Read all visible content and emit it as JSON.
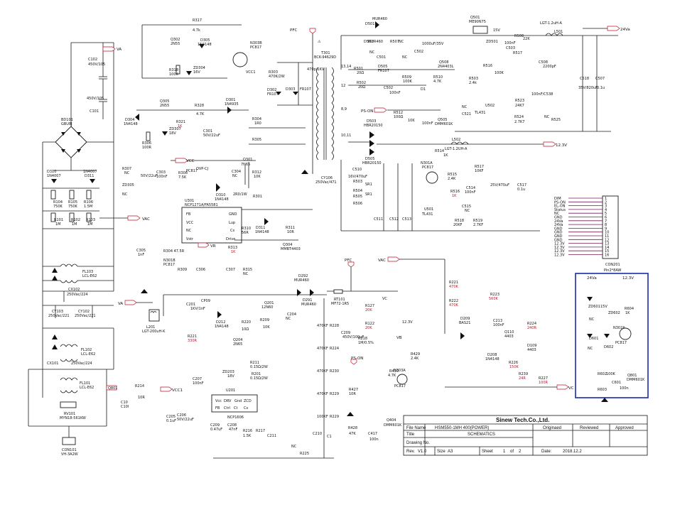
{
  "nets": {
    "va": "VA",
    "pfc": "PFC",
    "vac": "VAC",
    "vcc": "VCC",
    "vcc1": "VCC1",
    "v24": "24Va",
    "v12": "12.3V",
    "ps_on": "PS-ON",
    "vb": "VB",
    "vc": "VC",
    "vr": "VR",
    "v24r": "24Va",
    "v12r": "12.3V",
    "ps_on2": "PS-ON",
    "ovp": "OVP-CJ"
  },
  "components": {
    "bd101": "BD101",
    "bd101v": "GBU8J",
    "c102": "C102",
    "c102v": "450V/105",
    "c101": "C101",
    "c101v": "450V/105",
    "d310": "D310",
    "d310v": "1N4007",
    "d311": "D311",
    "d311v": "1N4007",
    "r104": "R104",
    "r104v": "750K",
    "r105": "R105",
    "r105v": "750K",
    "r106": "R106",
    "r106v": "1.5M",
    "r101": "R101",
    "r101v": "1M",
    "r102": "R102",
    "r102v": "1M",
    "r103": "R103",
    "r103v": "1M",
    "fl103": "FL103",
    "fl103v": "LCL-E62",
    "cx102": "CX102",
    "cx102v": "250Vac/224",
    "cy103": "CY103",
    "cy103v": "250Vac/221",
    "cy102": "CY102",
    "cy102v": "250Vac/221",
    "fl102": "FL102",
    "fl102v": "LCL-E62",
    "cx101": "CX101",
    "cx101v": "250Vac/224",
    "fl101": "FL101",
    "fl101v": "LCL-E62",
    "rv101": "RV101",
    "rv101v": "MYN18-561KW",
    "con101": "CON101",
    "con101v": "VH-3A2W",
    "t301": "T301",
    "t301v": "BCK-94629D",
    "u301": "U301",
    "u301v": "NCP1271A/FA5581",
    "q301": "Q301",
    "q301v": "7N65",
    "d501": "D501",
    "d501v": "MUR460",
    "d503": "D503",
    "d503v": "HBR20150",
    "d505": "D505",
    "d505v": "HBR20150",
    "q501": "Q501",
    "q501v": "ME90N75",
    "l501": "L501",
    "l501v": "LGT-1.2uH-A",
    "l502": "L502",
    "l502v": "LGT-1.2UH-A",
    "u501": "U501",
    "u501v": "TL431",
    "u502": "U502",
    "u502v": "TL431",
    "n301": "N301A",
    "n301v": "PC817",
    "con201": "CON201",
    "con201v": "Pin2*8AW",
    "d292": "D292",
    "d292v": "MUR460",
    "d291": "D291",
    "d291v": "MUR460",
    "rt101": "RT101",
    "rt101v": "MF72-1R5",
    "q201": "Q201",
    "q201v": "12N60",
    "u201": "U201",
    "u201v": "NCP1606",
    "l201": "L201",
    "l201v": "LGT-200uH-K",
    "d209": "D209",
    "d209v": "BAS21",
    "q801": "Q801",
    "q801v": "DMM601K",
    "q404": "Q404",
    "q404v": "DMM601K",
    "n303": "N303A",
    "n303v": "PC817",
    "c417": "C417",
    "c417v": "100n"
  },
  "connector_pins": [
    "DIM",
    "PS-ON",
    "EL-ON",
    "Status",
    "NC",
    "GND",
    "24Va",
    "24Va",
    "GND",
    "GND",
    "GND",
    "GND",
    "12.3V",
    "12.3V",
    "12.3V",
    "12.3V"
  ],
  "connector_pin_numbers": [
    "1",
    "2",
    "3",
    "4",
    "5",
    "6",
    "7",
    "8",
    "9",
    "10",
    "11",
    "12",
    "13",
    "14",
    "15",
    "16"
  ],
  "title_block": {
    "company": "Sinew Tech.Co.,Ltd.",
    "file_name_label": "File Name",
    "file_name": "HSM550-1MH 400(POWER)",
    "title_label": "Title",
    "title": "SCHEMATICS",
    "drawing_label": "Drawing No.",
    "rev_label": "Rev.",
    "rev": "V1.0",
    "size_label": "Size",
    "size": "A3",
    "sheet_label": "Sheet",
    "sheet": "1",
    "of_label": "of",
    "of": "2",
    "originaed": "Originaed",
    "reviewed": "Reviewed",
    "approved": "Approved",
    "date_label": "Date:",
    "date": "2018.12.2"
  }
}
